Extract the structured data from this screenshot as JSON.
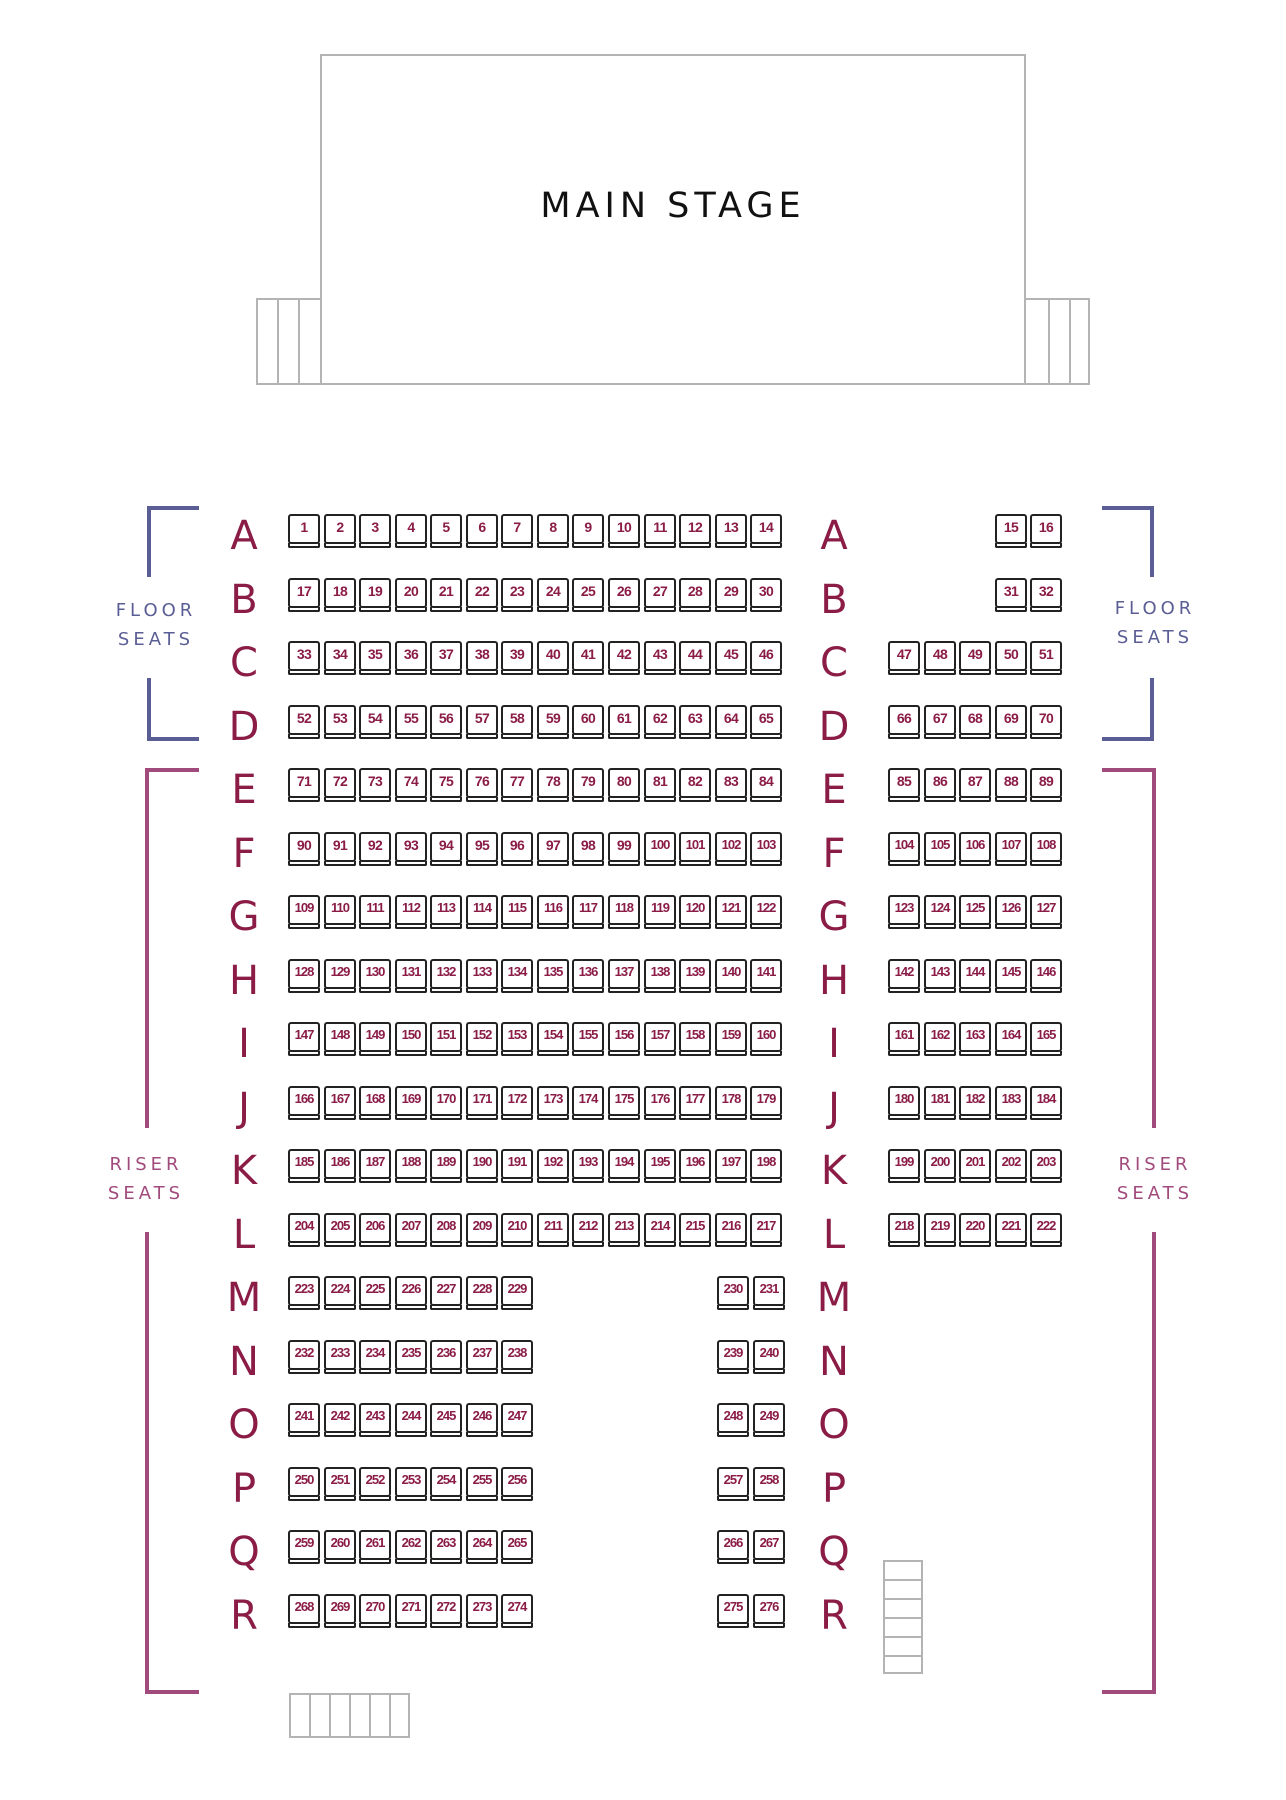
{
  "stage": {
    "title": "MAIN STAGE"
  },
  "colors": {
    "floor": "#5b5e95",
    "riser": "#a14a7c",
    "row_letters": "#8a1c46",
    "seat_numbers": "#8a1c46",
    "seat_outline": "#222222",
    "structure": "#b4b4b4"
  },
  "sections": {
    "floor": {
      "label_line1": "FLOOR",
      "label_line2": "SEATS",
      "rows": [
        "A",
        "B",
        "C",
        "D"
      ]
    },
    "riser": {
      "label_line1": "RISER",
      "label_line2": "SEATS",
      "rows": [
        "E",
        "F",
        "G",
        "H",
        "I",
        "J",
        "K",
        "L",
        "M",
        "N",
        "O",
        "P",
        "Q",
        "R"
      ]
    }
  },
  "rows": [
    {
      "letter": "A",
      "left": [
        1,
        2,
        3,
        4,
        5,
        6,
        7,
        8,
        9,
        10,
        11,
        12,
        13,
        14
      ],
      "right": [
        15,
        16
      ]
    },
    {
      "letter": "B",
      "left": [
        17,
        18,
        19,
        20,
        21,
        22,
        23,
        24,
        25,
        26,
        27,
        28,
        29,
        30
      ],
      "right": [
        31,
        32
      ]
    },
    {
      "letter": "C",
      "left": [
        33,
        34,
        35,
        36,
        37,
        38,
        39,
        40,
        41,
        42,
        43,
        44,
        45,
        46
      ],
      "right": [
        47,
        48,
        49,
        50,
        51
      ]
    },
    {
      "letter": "D",
      "left": [
        52,
        53,
        54,
        55,
        56,
        57,
        58,
        59,
        60,
        61,
        62,
        63,
        64,
        65
      ],
      "right": [
        66,
        67,
        68,
        69,
        70
      ]
    },
    {
      "letter": "E",
      "left": [
        71,
        72,
        73,
        74,
        75,
        76,
        77,
        78,
        79,
        80,
        81,
        82,
        83,
        84
      ],
      "right": [
        85,
        86,
        87,
        88,
        89
      ]
    },
    {
      "letter": "F",
      "left": [
        90,
        91,
        92,
        93,
        94,
        95,
        96,
        97,
        98,
        99,
        100,
        101,
        102,
        103
      ],
      "right": [
        104,
        105,
        106,
        107,
        108
      ]
    },
    {
      "letter": "G",
      "left": [
        109,
        110,
        111,
        112,
        113,
        114,
        115,
        116,
        117,
        118,
        119,
        120,
        121,
        122
      ],
      "right": [
        123,
        124,
        125,
        126,
        127
      ]
    },
    {
      "letter": "H",
      "left": [
        128,
        129,
        130,
        131,
        132,
        133,
        134,
        135,
        136,
        137,
        138,
        139,
        140,
        141
      ],
      "right": [
        142,
        143,
        144,
        145,
        146
      ]
    },
    {
      "letter": "I",
      "left": [
        147,
        148,
        149,
        150,
        151,
        152,
        153,
        154,
        155,
        156,
        157,
        158,
        159,
        160
      ],
      "right": [
        161,
        162,
        163,
        164,
        165
      ]
    },
    {
      "letter": "J",
      "left": [
        166,
        167,
        168,
        169,
        170,
        171,
        172,
        173,
        174,
        175,
        176,
        177,
        178,
        179
      ],
      "right": [
        180,
        181,
        182,
        183,
        184
      ]
    },
    {
      "letter": "K",
      "left": [
        185,
        186,
        187,
        188,
        189,
        190,
        191,
        192,
        193,
        194,
        195,
        196,
        197,
        198
      ],
      "right": [
        199,
        200,
        201,
        202,
        203
      ]
    },
    {
      "letter": "L",
      "left": [
        204,
        205,
        206,
        207,
        208,
        209,
        210,
        211,
        212,
        213,
        214,
        215,
        216,
        217
      ],
      "right": [
        218,
        219,
        220,
        221,
        222
      ]
    },
    {
      "letter": "M",
      "left": [
        223,
        224,
        225,
        226,
        227,
        228,
        229
      ],
      "center": [
        230,
        231
      ]
    },
    {
      "letter": "N",
      "left": [
        232,
        233,
        234,
        235,
        236,
        237,
        238
      ],
      "center": [
        239,
        240
      ]
    },
    {
      "letter": "O",
      "left": [
        241,
        242,
        243,
        244,
        245,
        246,
        247
      ],
      "center": [
        248,
        249
      ]
    },
    {
      "letter": "P",
      "left": [
        250,
        251,
        252,
        253,
        254,
        255,
        256
      ],
      "center": [
        257,
        258
      ]
    },
    {
      "letter": "Q",
      "left": [
        259,
        260,
        261,
        262,
        263,
        264,
        265
      ],
      "center": [
        266,
        267
      ]
    },
    {
      "letter": "R",
      "left": [
        268,
        269,
        270,
        271,
        272,
        273,
        274
      ],
      "center": [
        275,
        276
      ]
    }
  ]
}
